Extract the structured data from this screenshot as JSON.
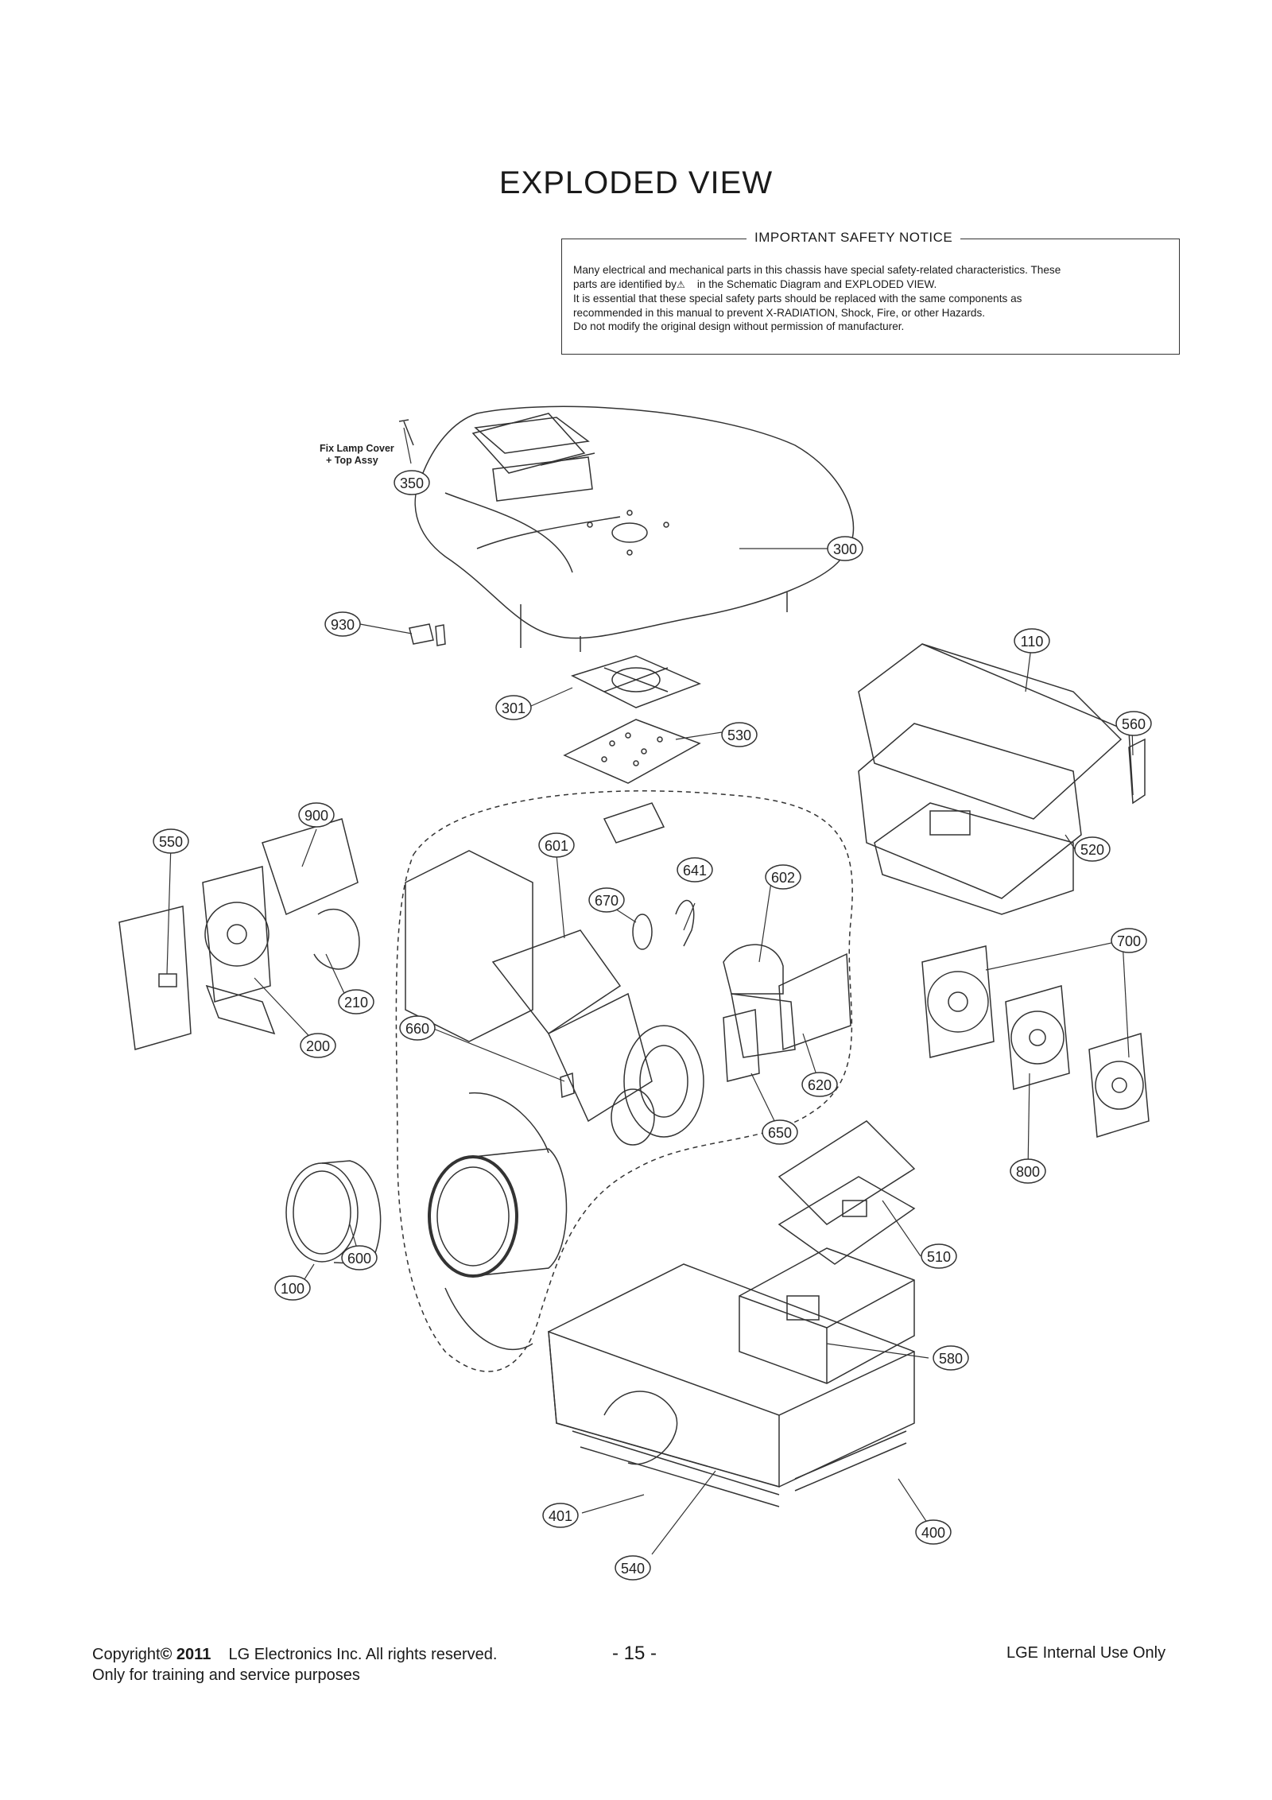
{
  "page": {
    "title": "EXPLODED VIEW"
  },
  "notice": {
    "title": "IMPORTANT SAFETY NOTICE",
    "line1": "Many electrical and mechanical parts in this chassis have special safety-related characteristics. These",
    "line2a": "parts are identified by",
    "line2b": "in the Schematic Diagram and EXPLODED VIEW.",
    "line3": "It is essential that these special safety parts should be replaced with the same components as",
    "line4": "recommended in this manual to prevent X-RADIATION, Shock, Fire, or other Hazards.",
    "line5": "Do not modify the original design without permission of manufacturer."
  },
  "diagram": {
    "note_line1": "Fix Lamp Cover",
    "note_line2": "+ Top Assy",
    "callouts": {
      "c350": "350",
      "c300": "300",
      "c930": "930",
      "c301": "301",
      "c530": "530",
      "c110": "110",
      "c560": "560",
      "c520": "520",
      "c900": "900",
      "c550": "550",
      "c601": "601",
      "c641": "641",
      "c670": "670",
      "c602": "602",
      "c700": "700",
      "c210": "210",
      "c200": "200",
      "c660": "660",
      "c620": "620",
      "c650": "650",
      "c800": "800",
      "c510": "510",
      "c100": "100",
      "c600": "600",
      "c580": "580",
      "c401": "401",
      "c400": "400",
      "c540": "540"
    }
  },
  "footer": {
    "copyright_word": "Copyright",
    "copyright_symbol": "©",
    "year": "2011",
    "company": "LG Electronics Inc. All rights reserved.",
    "line2": "Only for training and service purposes",
    "page_number": "- 15 -",
    "internal": "LGE Internal Use Only"
  }
}
